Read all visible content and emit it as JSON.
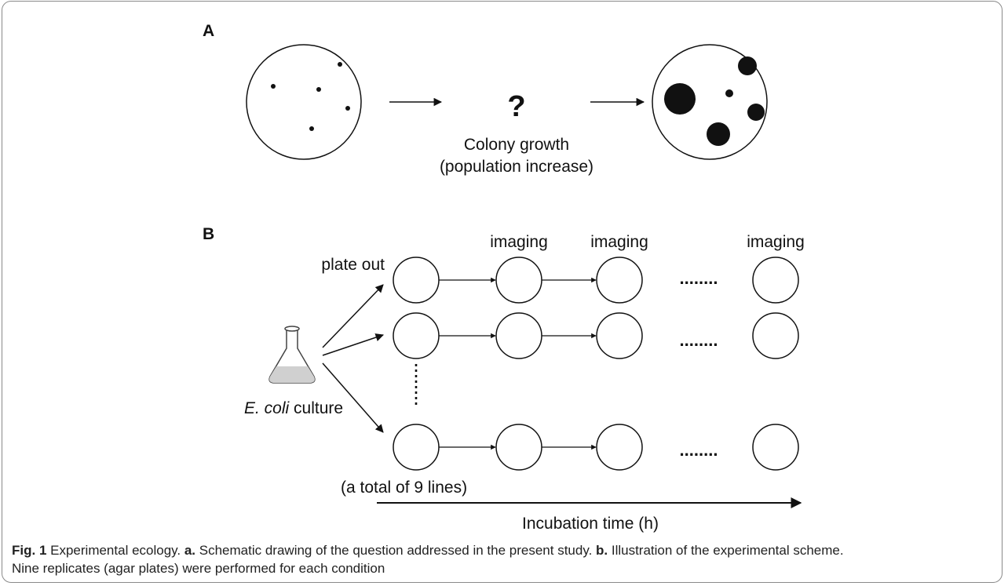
{
  "panel_a": {
    "label": "A",
    "question_mark": "?",
    "text_line1": "Colony growth",
    "text_line2": "(population increase)"
  },
  "panel_b": {
    "label": "B",
    "imaging_label": "imaging",
    "plate_out_label": "plate out",
    "culture_label_italic": "E. coli",
    "culture_label_rest": " culture",
    "lines_note": "(a total of 9 lines)",
    "time_axis_label": "Incubation time (h)",
    "ellipsis": "........",
    "vertical_ellipsis": "⋮"
  },
  "caption": {
    "fig_label": "Fig. 1",
    "title": " Experimental ecology. ",
    "a_label": "a.",
    "a_text": " Schematic drawing of the question addressed in the present study. ",
    "b_label": "b.",
    "b_text": " Illustration of the experimental scheme.",
    "line2": "Nine replicates (agar plates) were performed for each condition"
  },
  "colors": {
    "ink": "#111111",
    "frame": "#8a8a8a",
    "flask_liquid": "#d0d0d0"
  }
}
